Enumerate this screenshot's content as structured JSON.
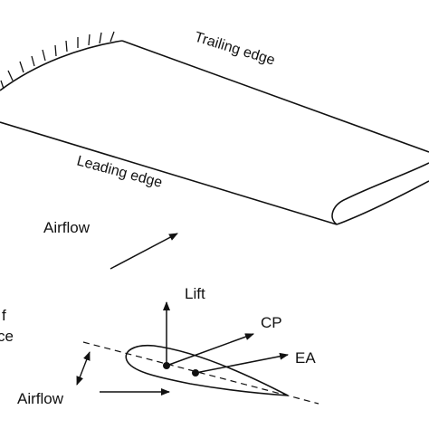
{
  "diagram": {
    "labels": {
      "trailing_edge": "Trailing edge",
      "leading_edge": "Leading edge",
      "airflow_top": "Airflow",
      "lift": "Lift",
      "cp": "CP",
      "ea": "EA",
      "airflow_bottom": "Airflow",
      "cut_off_line1": "f",
      "cut_off_line2": "ce"
    },
    "colors": {
      "ink": "#111111",
      "background": "#ffffff"
    }
  }
}
